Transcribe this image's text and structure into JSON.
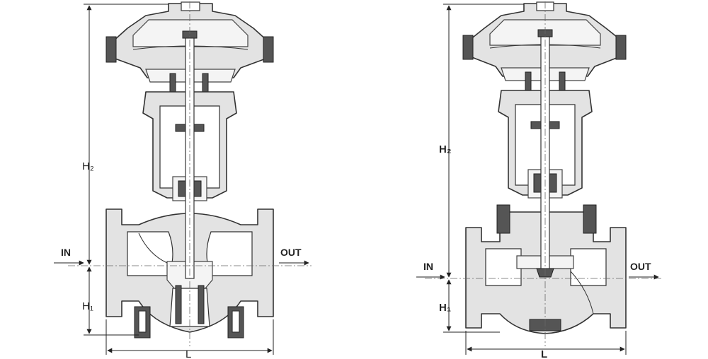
{
  "left_drawing": {
    "height_total_label": "H₂",
    "height_lower_label": "H₁",
    "length_label": "L",
    "inlet_label": "IN",
    "outlet_label": "OUT"
  },
  "right_drawing": {
    "height_total_label": "H₂",
    "height_lower_label": "H₁",
    "length_label": "L",
    "inlet_label": "IN",
    "outlet_label": "OUT"
  }
}
